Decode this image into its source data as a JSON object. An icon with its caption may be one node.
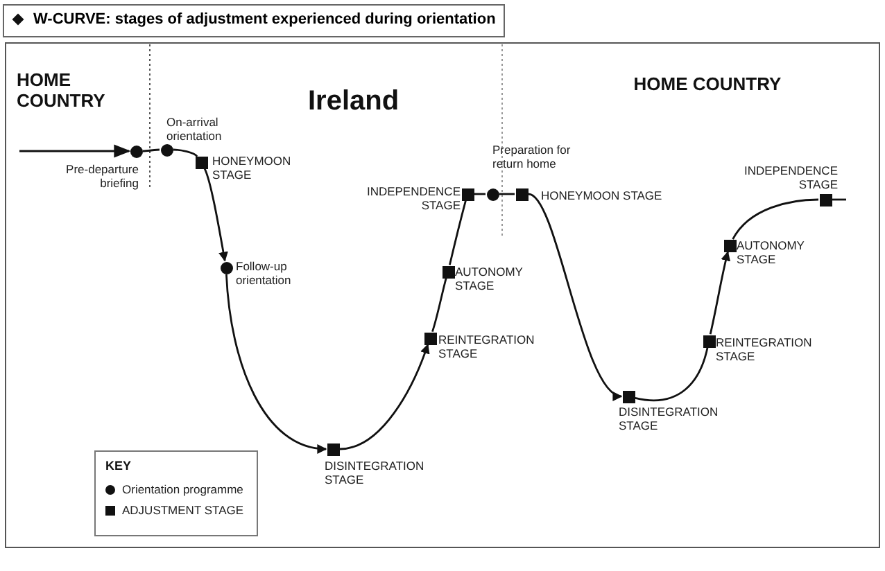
{
  "diagram": {
    "title": "W-CURVE: stages of adjustment experienced during orientation",
    "nodes": [
      {
        "text": [],
        "shape": "circle",
        "beside": [
          "Pre-departure briefing"
        ]
      },
      {
        "text": [],
        "shape": "circle",
        "beside": [
          "On-arrival orientation"
        ]
      },
      {
        "text": [],
        "shape": "box",
        "beside": [
          "HONEYMOON STAGE"
        ]
      },
      {
        "text": [],
        "shape": "circle",
        "beside": [
          "Follow-up orientation"
        ]
      },
      {
        "text": [],
        "shape": "box",
        "beside": [
          "DISINTEGRATION STAGE"
        ]
      },
      {
        "text": [],
        "shape": "box",
        "beside": [
          "REINTEGRATION STAGE"
        ]
      },
      {
        "text": [],
        "shape": "box",
        "beside": [
          "AUTONOMY STAGE"
        ]
      },
      {
        "text": [],
        "shape": "box",
        "beside": [
          "INDEPENDENCE STAGE"
        ]
      },
      {
        "text": [],
        "shape": "circle",
        "beside": [
          "Preparation for return home"
        ]
      },
      {
        "text": [],
        "shape": "box",
        "beside": [
          "HONEYMOON STAGE"
        ]
      },
      {
        "text": [],
        "shape": "box",
        "beside": [
          "DISINTEGRATION STAGE"
        ]
      },
      {
        "text": [],
        "shape": "box",
        "beside": [
          "REINTEGRATION STAGE"
        ]
      },
      {
        "text": [],
        "shape": "box",
        "beside": [
          "AUTONOMY STAGE"
        ]
      },
      {
        "text": [],
        "shape": "box",
        "beside": [
          "INDEPENDENCE STAGE"
        ]
      }
    ],
    "edges": [
      {
        "from": null,
        "to": 0,
        "arrow": "to"
      },
      {
        "from": 0,
        "to": 1,
        "arrow": "none"
      },
      {
        "from": 1,
        "to": 2,
        "arrow": "none"
      },
      {
        "from": 2,
        "to": 3,
        "arrow": "to"
      },
      {
        "from": 3,
        "to": 4,
        "arrow": "to"
      },
      {
        "from": 4,
        "to": 5,
        "arrow": "to"
      },
      {
        "from": 5,
        "to": 6,
        "arrow": "none"
      },
      {
        "from": 6,
        "to": 7,
        "arrow": "none"
      },
      {
        "from": 7,
        "to": 8,
        "arrow": "none"
      },
      {
        "from": 8,
        "to": 9,
        "arrow": "none"
      },
      {
        "from": 9,
        "to": 10,
        "arrow": "to"
      },
      {
        "from": 10,
        "to": 11,
        "arrow": "none"
      },
      {
        "from": 11,
        "to": 12,
        "arrow": "to"
      },
      {
        "from": 12,
        "to": 13,
        "arrow": "none"
      },
      {
        "from": 13,
        "to": null,
        "arrow": "none"
      }
    ],
    "labels": [
      "HOME COUNTRY",
      "Ireland",
      "HOME COUNTRY",
      "KEY"
    ],
    "legend": [
      {
        "text": "Orientation programme"
      },
      {
        "text": "ADJUSTMENT STAGE"
      }
    ]
  }
}
